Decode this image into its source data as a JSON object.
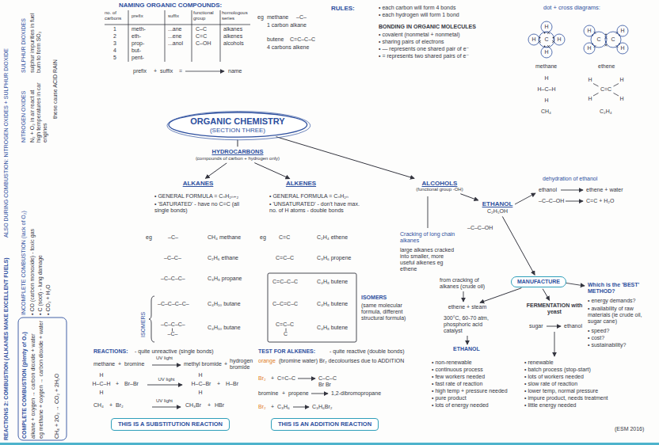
{
  "diagram": {
    "nodes": [
      {
        "text": [
          "ORGANIC CHEMISTRY",
          "(SECTION THREE)"
        ]
      },
      {
        "text": [
          "HYDROCARBONS",
          "(compounds of carbon + hydrogen only)"
        ]
      },
      {
        "text": [
          "ALKANES"
        ]
      },
      {
        "text": [
          "ALKENES"
        ]
      },
      {
        "text": [
          "ALCOHOLS",
          "(functional group -OH)"
        ]
      },
      {
        "text": [
          "ETHANOL",
          "C₂H₅OH"
        ]
      },
      {
        "text": [
          "MANUFACTURE"
        ]
      },
      {
        "text": [
          "ethene + steam"
        ]
      },
      {
        "text": [
          "FERMENTATION with yeast"
        ]
      },
      {
        "text": [
          "THIS IS A SUBSTITUTION REACTION"
        ]
      },
      {
        "text": [
          "THIS IS AN ADDITION REACTION"
        ]
      }
    ],
    "edges": [
      {
        "from": 0,
        "to": 1,
        "arrow": "none"
      },
      {
        "from": 1,
        "to": 2,
        "arrow": "to"
      },
      {
        "from": 1,
        "to": 3,
        "arrow": "to"
      },
      {
        "from": 0,
        "to": 4,
        "arrow": "to"
      },
      {
        "from": 4,
        "to": 5,
        "arrow": "to"
      },
      {
        "from": 5,
        "to": 6,
        "arrow": "to"
      },
      {
        "from": 6,
        "to": 7,
        "arrow": "to"
      },
      {
        "from": 6,
        "to": 8,
        "arrow": "to"
      }
    ],
    "labels": [
      "REACTIONS 2: COMBUSTION (ALKANES MAKE EXCELLENT FUELS)",
      "ALSO DURING COMBUSTION: NITROGEN OXIDES + SULPHUR DIOXIDE",
      "SULPHUR DIOXIDES",
      "sulphur impurities in fuel burn to form SO₂",
      "NITROGEN OXIDES",
      "N₂ + O₂ in air react at high temperatures in car engines",
      "these cause ACID RAIN",
      "INCOMPLETE COMBUSTION (lack of O₂)",
      "• CO (carbon monoxide) - toxic gas",
      "• C (soot) - lung damage",
      "• CO₂ + H₂O",
      "COMPLETE COMBUSTION (plenty of O₂)",
      "alkane + oxygen → carbon dioxide + water",
      "eg methane + oxygen → carbon dioxide + water",
      "CH₄ + 2O₂ → CO₂ + 2H₂O",
      "NAMING ORGANIC COMPOUNDS:",
      "no. of carbons",
      "prefix",
      "suffix",
      "functional group",
      "homologous series",
      "1",
      "2",
      "3",
      "4",
      "5",
      "meth-",
      "eth-",
      "prop-",
      "but-",
      "pent-",
      "...ane",
      "...ene",
      "...anol",
      "C–C",
      "C=C",
      "C–OH",
      "alkanes",
      "alkenes",
      "alcohols",
      "prefix",
      "+",
      "suffix",
      "=",
      "name",
      "eg",
      "methane",
      "–C–",
      "1 carbon alkane",
      "butene",
      "4 carbons alkene",
      "C=C–C–C",
      "RULES:",
      "• each carbon will form 4 bonds",
      "• each hydrogen will form 1 bond",
      "BONDING IN ORGANIC MOLECULES",
      "• covalent (nonmetal + nonmetal)",
      "• sharing pairs of electrons",
      "• — represents one shared pair of e⁻",
      "• = represents two shared pairs of e⁻",
      "dot + cross diagrams:",
      "C",
      "H",
      "H",
      "H",
      "H",
      "methane",
      "C",
      "C",
      "H",
      "H",
      "H",
      "H",
      "ethene",
      "H",
      "H–C–H",
      "H",
      "CH₄",
      "H",
      "H",
      "C=C",
      "H",
      "H",
      "C₂H₄",
      "• GENERAL FORMULA = CₙH₂ₙ₊₂",
      "• 'SATURATED' - have no C=C (all single bonds)",
      "eg",
      "–C–",
      "CH₄ methane",
      "–C–C–",
      "C₂H₆ ethane",
      "–C–C–C–",
      "C₃H₈ propane",
      "–C–C–C–C–",
      "C₄H₁₀ butane",
      "–C–C–C–",
      "–C–",
      "C₄H₁₀ butane",
      "ISOMERS",
      "• GENERAL FORMULA = CₙH₂ₙ",
      "• 'UNSATURATED' - don't have max. no. of H atoms - double bonds",
      "eg",
      "C=C",
      "C₂H₄ ethene",
      "C=C–C",
      "C₃H₆ propene",
      "C=C–C–C",
      "C₄H₈ butene",
      "C–C=C–C",
      "C₄H₈ butene",
      "C=C–C",
      "C",
      "C₄H₈ butene",
      "ISOMERS",
      "(same molecular formula, different structural formula)",
      "REACTIONS:",
      "- quite unreactive (single bonds)",
      "methane",
      "+",
      "bromine",
      "UV light",
      "methyl bromide",
      "+",
      "hydrogen bromide",
      "H",
      "H–C–H",
      "H",
      "+",
      "Br–Br",
      "UV light",
      "H",
      "H–C–Br",
      "H",
      "+",
      "H–Br",
      "CH₄",
      "+",
      "Br₂",
      "UV light",
      "CH₃Br",
      "+",
      "HBr",
      "TEST FOR ALKENES:",
      "- quite reactive (double bonds)",
      "orange",
      "(bromine water) Br₂ decolourises due to ADDITION",
      "Br₂",
      "+",
      "C=C–C",
      "C–C–C",
      "Br Br",
      "bromine",
      "+",
      "propene",
      "1,2-dibromopropane",
      "Br₂",
      "+",
      "C₃H₆",
      "C₃H₆Br₂",
      "–C–C–OH",
      "dehydration of ethanol",
      "ethanol",
      "ethene + water",
      "–C–C–OH",
      "C=C + H₂O",
      "Cracking of long chain alkanes",
      "large alkanes cracked into smaller, more useful alkenes eg ethene",
      "from cracking of alkanes (crude oil)",
      "300°C, 60-70 atm, phosphoric acid catalyst",
      "ETHANOL",
      "• non-renewable",
      "• continuous process",
      "• few workers needed",
      "• fast rate of reaction",
      "• high temp + pressure needed",
      "• pure product",
      "• lots of energy needed",
      "sugar",
      "ethanol",
      "Which is the 'BEST' METHOD?",
      "• energy demands?",
      "• availability of raw materials (ie crude oil, sugar cane)",
      "• speed?",
      "• cost?",
      "• sustainability?",
      "• renewable",
      "• batch process (stop-start)",
      "• lots of workers needed",
      "• slow rate of reaction",
      "• lower temp, normal pressure",
      "• impure product, needs treatment",
      "• little energy needed",
      "(ESM 2016)"
    ]
  }
}
